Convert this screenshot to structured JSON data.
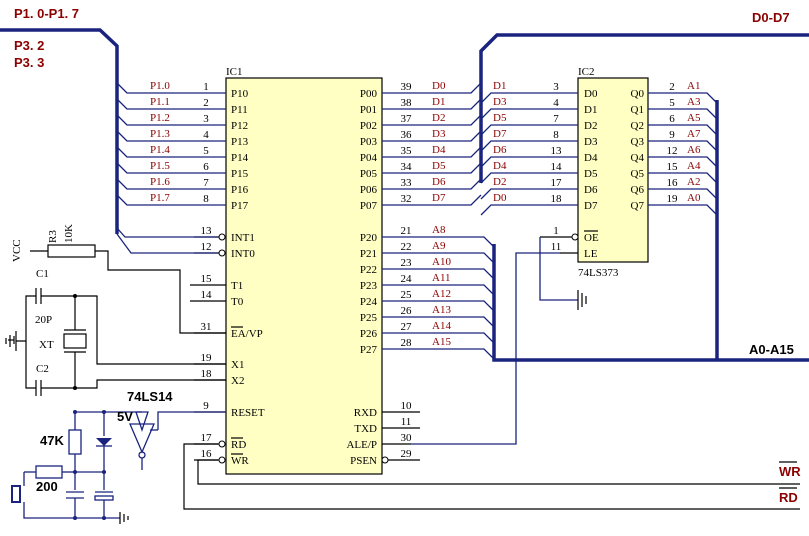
{
  "ic1": {
    "name": "IC1",
    "left_pins": [
      {
        "num": "1",
        "name": "P10",
        "net": "P1.0"
      },
      {
        "num": "2",
        "name": "P11",
        "net": "P1.1"
      },
      {
        "num": "3",
        "name": "P12",
        "net": "P1.2"
      },
      {
        "num": "4",
        "name": "P13",
        "net": "P1.3"
      },
      {
        "num": "5",
        "name": "P14",
        "net": "P1.4"
      },
      {
        "num": "6",
        "name": "P15",
        "net": "P1.5"
      },
      {
        "num": "7",
        "name": "P16",
        "net": "P1.6"
      },
      {
        "num": "8",
        "name": "P17",
        "net": "P1.7"
      },
      {
        "num": "13",
        "name": "INT1",
        "net": ""
      },
      {
        "num": "12",
        "name": "INT0",
        "net": ""
      },
      {
        "num": "15",
        "name": "T1",
        "net": ""
      },
      {
        "num": "14",
        "name": "T0",
        "net": ""
      },
      {
        "num": "31",
        "name": "EA/VP",
        "net": ""
      },
      {
        "num": "19",
        "name": "X1",
        "net": ""
      },
      {
        "num": "18",
        "name": "X2",
        "net": ""
      },
      {
        "num": "9",
        "name": "RESET",
        "net": ""
      },
      {
        "num": "17",
        "name": "RD",
        "net": ""
      },
      {
        "num": "16",
        "name": "WR",
        "net": ""
      }
    ],
    "right_pins": [
      {
        "num": "39",
        "name": "P00",
        "net": "D0"
      },
      {
        "num": "38",
        "name": "P01",
        "net": "D1"
      },
      {
        "num": "37",
        "name": "P02",
        "net": "D2"
      },
      {
        "num": "36",
        "name": "P03",
        "net": "D3"
      },
      {
        "num": "35",
        "name": "P04",
        "net": "D4"
      },
      {
        "num": "34",
        "name": "P05",
        "net": "D5"
      },
      {
        "num": "33",
        "name": "P06",
        "net": "D6"
      },
      {
        "num": "32",
        "name": "P07",
        "net": "D7"
      },
      {
        "num": "21",
        "name": "P20",
        "net": "A8"
      },
      {
        "num": "22",
        "name": "P21",
        "net": "A9"
      },
      {
        "num": "23",
        "name": "P22",
        "net": "A10"
      },
      {
        "num": "24",
        "name": "P23",
        "net": "A11"
      },
      {
        "num": "25",
        "name": "P24",
        "net": "A12"
      },
      {
        "num": "26",
        "name": "P25",
        "net": "A13"
      },
      {
        "num": "27",
        "name": "P26",
        "net": "A14"
      },
      {
        "num": "28",
        "name": "P27",
        "net": "A15"
      },
      {
        "num": "10",
        "name": "RXD",
        "net": ""
      },
      {
        "num": "11",
        "name": "TXD",
        "net": ""
      },
      {
        "num": "30",
        "name": "ALE/P",
        "net": ""
      },
      {
        "num": "29",
        "name": "PSEN",
        "net": ""
      }
    ]
  },
  "ic2": {
    "name": "IC2",
    "part": "74LS373",
    "left_pins": [
      {
        "num": "3",
        "name": "D0",
        "net": "D1"
      },
      {
        "num": "4",
        "name": "D1",
        "net": "D3"
      },
      {
        "num": "7",
        "name": "D2",
        "net": "D5"
      },
      {
        "num": "8",
        "name": "D3",
        "net": "D7"
      },
      {
        "num": "13",
        "name": "D4",
        "net": "D6"
      },
      {
        "num": "14",
        "name": "D5",
        "net": "D4"
      },
      {
        "num": "17",
        "name": "D6",
        "net": "D2"
      },
      {
        "num": "18",
        "name": "D7",
        "net": "D0"
      },
      {
        "num": "1",
        "name": "OE",
        "net": ""
      },
      {
        "num": "11",
        "name": "LE",
        "net": ""
      }
    ],
    "right_pins": [
      {
        "num": "2",
        "name": "Q0",
        "net": "A1"
      },
      {
        "num": "5",
        "name": "Q1",
        "net": "A3"
      },
      {
        "num": "6",
        "name": "Q2",
        "net": "A5"
      },
      {
        "num": "9",
        "name": "Q3",
        "net": "A7"
      },
      {
        "num": "12",
        "name": "Q4",
        "net": "A6"
      },
      {
        "num": "15",
        "name": "Q5",
        "net": "A4"
      },
      {
        "num": "16",
        "name": "Q6",
        "net": "A2"
      },
      {
        "num": "19",
        "name": "Q7",
        "net": "A0"
      }
    ]
  },
  "buses": {
    "p1_top": "P1. 0-P1. 7",
    "p3_a": "P3. 2",
    "p3_b": "P3. 3",
    "data": "D0-D7",
    "addr": "A0-A15",
    "wr": "WR",
    "rd": "RD"
  },
  "components": {
    "vcc": "VCC",
    "r3": "R3",
    "r3_val": "10K",
    "c1": "C1",
    "c1_val": "20P",
    "xt": "XT",
    "c2": "C2",
    "gate": "74LS14",
    "v5": "5V",
    "r47": "47K",
    "r200": "200"
  },
  "colors": {
    "wire": "#1a237e",
    "chip_fill": "#ffffc4",
    "net_label": "#8b0000"
  }
}
